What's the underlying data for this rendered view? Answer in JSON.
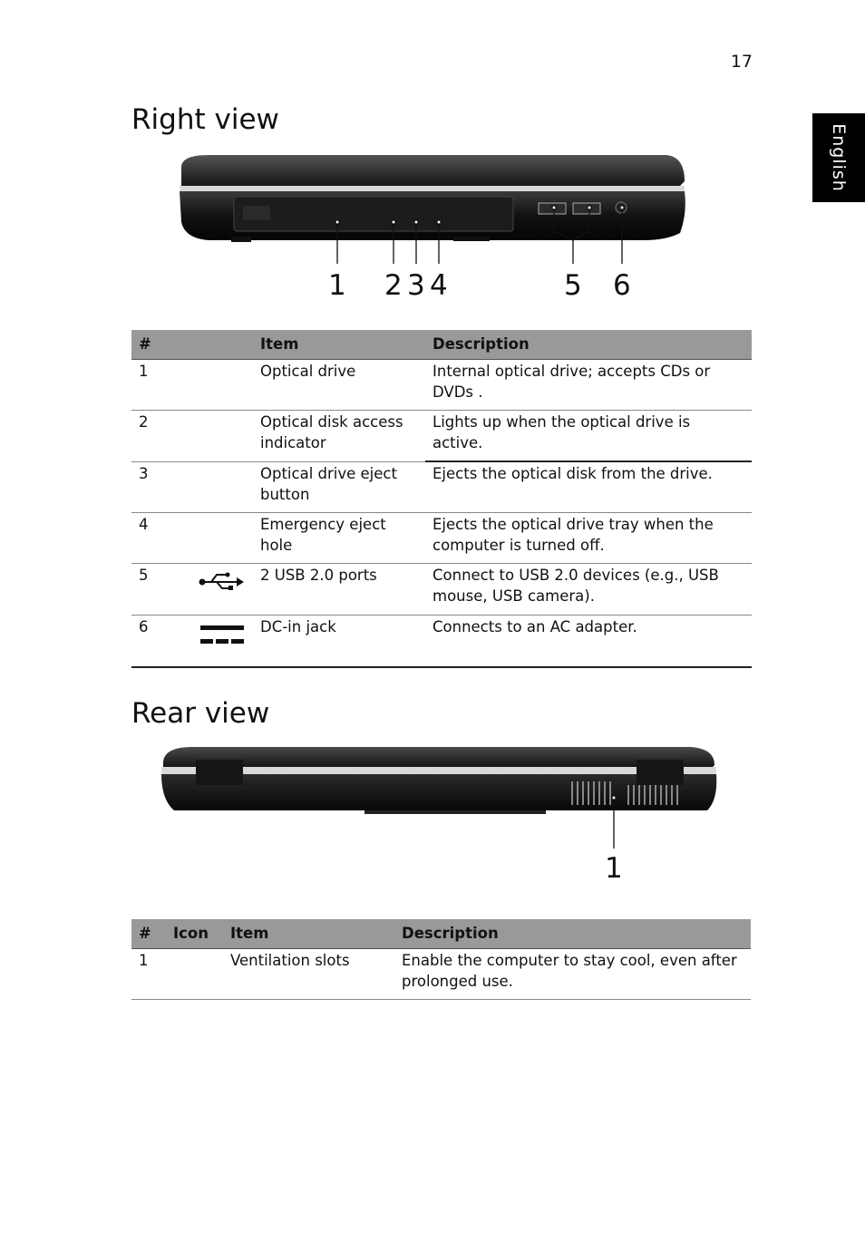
{
  "page": {
    "number": "17",
    "language_tab": "English"
  },
  "right_view": {
    "title": "Right view",
    "callouts": [
      "1",
      "2",
      "3",
      "4",
      "5",
      "6"
    ],
    "table": {
      "headers": [
        "#",
        "Item",
        "Description"
      ],
      "rows": [
        {
          "num": "1",
          "icon": "",
          "item": "Optical drive",
          "desc": "Internal optical drive; accepts CDs or DVDs ."
        },
        {
          "num": "2",
          "icon": "",
          "item": "Optical disk access indicator",
          "desc": "Lights up when the optical drive is active."
        },
        {
          "num": "3",
          "icon": "",
          "item": "Optical drive eject button",
          "desc": "Ejects the optical disk from the drive."
        },
        {
          "num": "4",
          "icon": "",
          "item": "Emergency eject hole",
          "desc": "Ejects the optical drive tray when the computer is turned off."
        },
        {
          "num": "5",
          "icon": "usb-icon",
          "item": "2 USB 2.0 ports",
          "desc": "Connect to USB 2.0 devices (e.g., USB mouse, USB camera)."
        },
        {
          "num": "6",
          "icon": "dc-in-icon",
          "item": "DC-in jack",
          "desc": "Connects to an AC adapter."
        }
      ]
    }
  },
  "rear_view": {
    "title": "Rear view",
    "callouts": [
      "1"
    ],
    "table": {
      "headers": [
        "#",
        "Icon",
        "Item",
        "Description"
      ],
      "rows": [
        {
          "num": "1",
          "icon": "",
          "item": "Ventilation slots",
          "desc": "Enable the computer to stay cool, even after prolonged use."
        }
      ]
    }
  }
}
